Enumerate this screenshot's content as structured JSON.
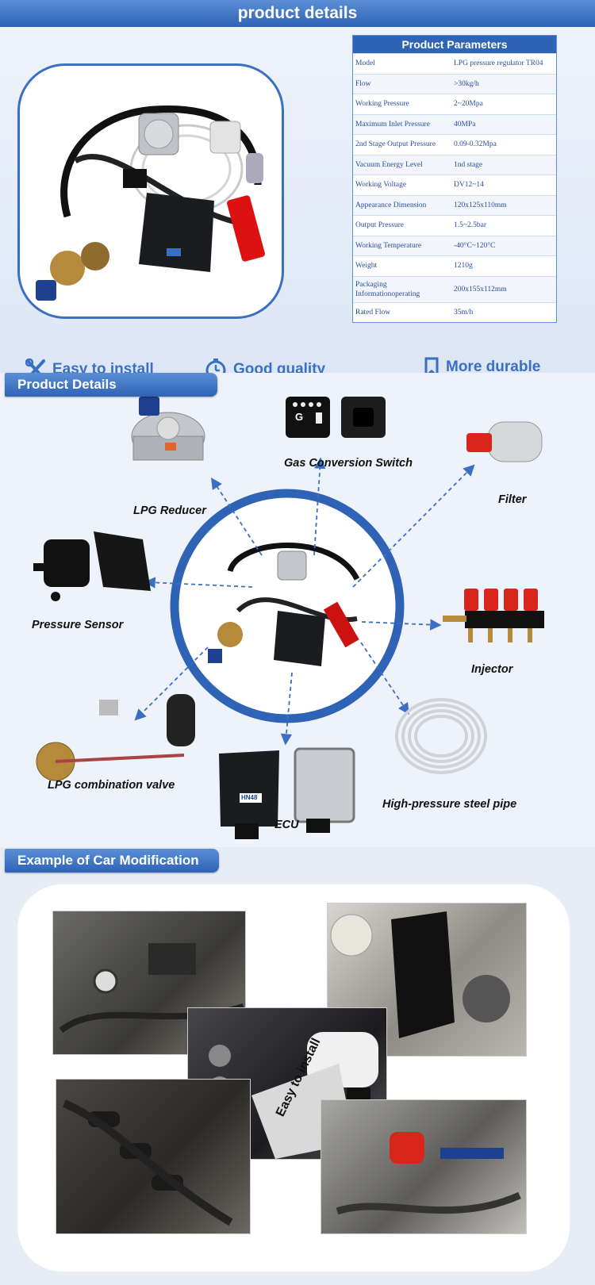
{
  "top_banner": {
    "title": "product details"
  },
  "parameters": {
    "title": "Product Parameters",
    "rows": [
      {
        "key": "Model",
        "value": "LPG pressure regulator TR04"
      },
      {
        "key": "Flow",
        "value": ">30kg/h"
      },
      {
        "key": "Working Pressure",
        "value": "2~20Mpa"
      },
      {
        "key": "Maximum Inlet Pressure",
        "value": "40MPa"
      },
      {
        "key": "2nd Stage Output Pressure",
        "value": "0.09-0.32Mpa"
      },
      {
        "key": "Vacuum Energy Level",
        "value": "1nd stage"
      },
      {
        "key": "Working Voltage",
        "value": "DV12~14"
      },
      {
        "key": "Appearance Dimension",
        "value": "120x125x110mm"
      },
      {
        "key": "Output Pressure",
        "value": "1.5~2.5bar"
      },
      {
        "key": "Working Temperature",
        "value": "-40°C~120°C"
      },
      {
        "key": "Weight",
        "value": "1210g"
      },
      {
        "key": "Packaging Informationoperating",
        "value": "200x155x112mm"
      },
      {
        "key": "Rated Flow",
        "value": "35m/h"
      }
    ]
  },
  "features": [
    {
      "label": "Easy to install",
      "icon": "tools-icon"
    },
    {
      "label": "Good quality",
      "icon": "clock-icon"
    },
    {
      "label": "More durable",
      "icon": "bookmark-icon"
    }
  ],
  "product_details": {
    "tab": "Product Details",
    "labels": {
      "reducer": "LPG Reducer",
      "switch": "Gas Conversion Switch",
      "filter": "Filter",
      "sensor": "Pressure Sensor",
      "injector": "Injector",
      "valve": "LPG combination valve",
      "ecu": "ECU",
      "pipe": "High-pressure steel pipe"
    },
    "switch_letter": "G",
    "ecu_brand": "HN48"
  },
  "car_mod": {
    "tab": "Example of Car Modification",
    "sticker": "Easy to install"
  },
  "colors": {
    "accent": "#2f63b5",
    "accent_light": "#5a8fd6",
    "feature_text": "#3b6fc4"
  }
}
